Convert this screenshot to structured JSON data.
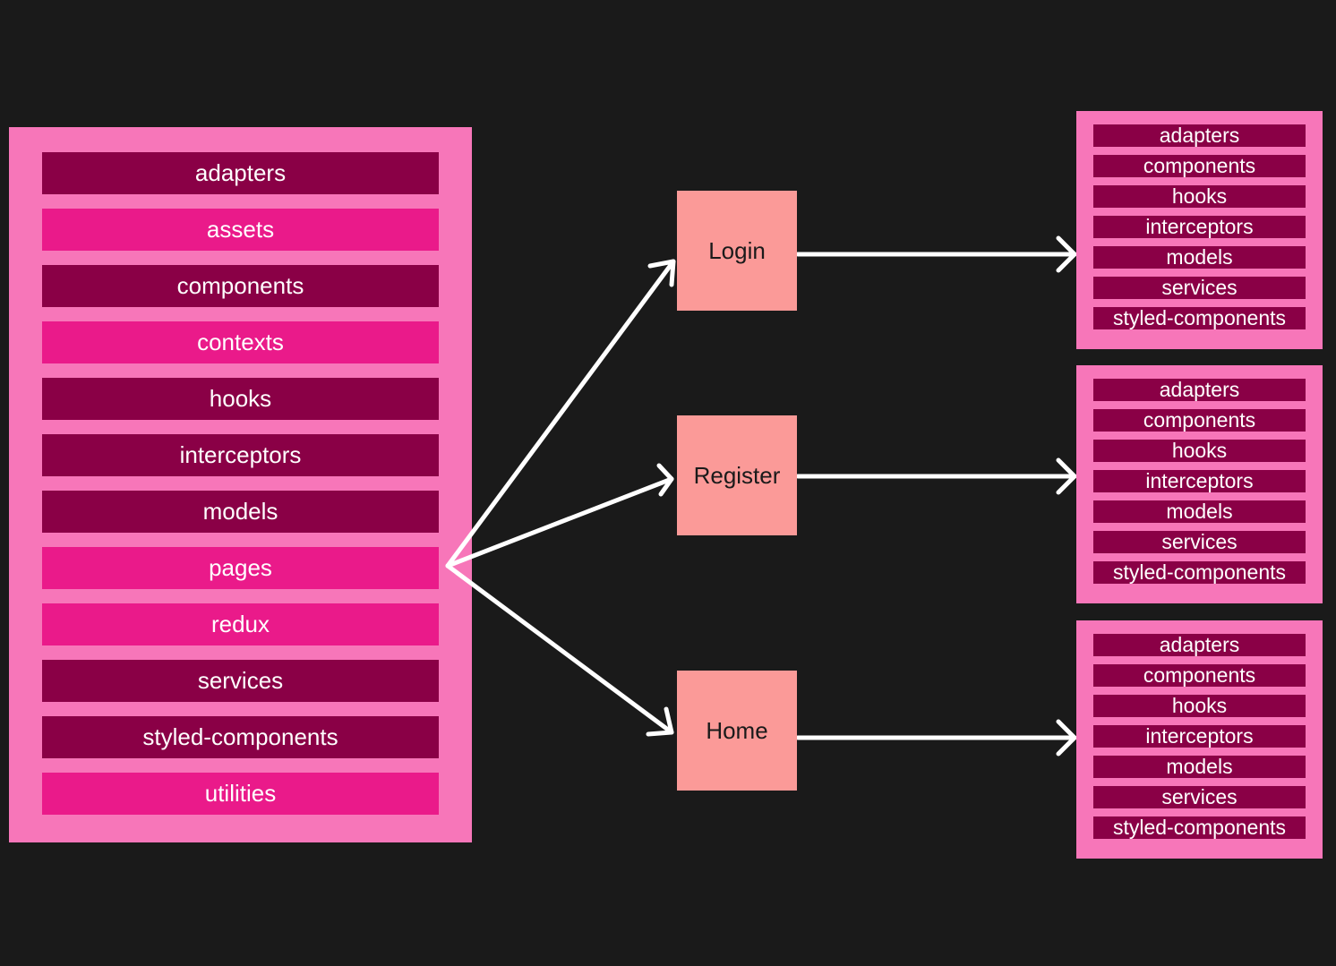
{
  "main_folders": [
    {
      "label": "adapters",
      "shade": "dark"
    },
    {
      "label": "assets",
      "shade": "bright"
    },
    {
      "label": "components",
      "shade": "dark"
    },
    {
      "label": "contexts",
      "shade": "bright"
    },
    {
      "label": "hooks",
      "shade": "dark"
    },
    {
      "label": "interceptors",
      "shade": "dark"
    },
    {
      "label": "models",
      "shade": "dark"
    },
    {
      "label": "pages",
      "shade": "bright"
    },
    {
      "label": "redux",
      "shade": "bright"
    },
    {
      "label": "services",
      "shade": "dark"
    },
    {
      "label": "styled-components",
      "shade": "dark"
    },
    {
      "label": "utilities",
      "shade": "bright"
    }
  ],
  "pages": [
    {
      "label": "Login",
      "folders": [
        "adapters",
        "components",
        "hooks",
        "interceptors",
        "models",
        "services",
        "styled-components"
      ]
    },
    {
      "label": "Register",
      "folders": [
        "adapters",
        "components",
        "hooks",
        "interceptors",
        "models",
        "services",
        "styled-components"
      ]
    },
    {
      "label": "Home",
      "folders": [
        "adapters",
        "components",
        "hooks",
        "interceptors",
        "models",
        "services",
        "styled-components"
      ]
    }
  ],
  "colors": {
    "background": "#1a1a1a",
    "panel": "#f776b9",
    "dark_item": "#8a0046",
    "bright_item": "#ea1a8a",
    "page_box": "#fb9a98",
    "arrow": "#ffffff"
  }
}
